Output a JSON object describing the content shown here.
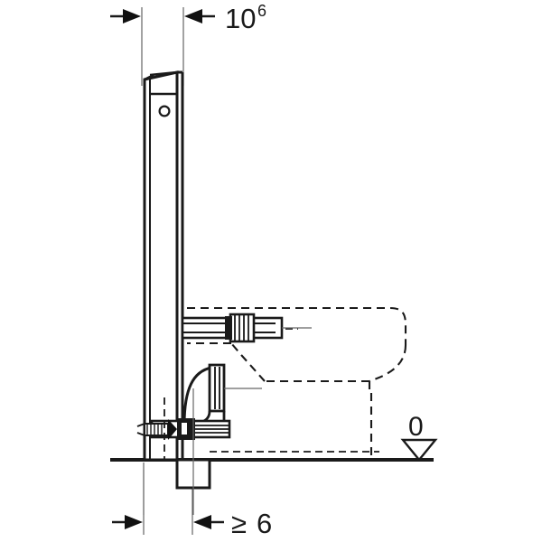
{
  "drawing": {
    "title": "Sanitary module installation side elevation",
    "type": "technical-line-drawing",
    "background_color": "#ffffff",
    "line_color": "#1a1a1a",
    "dimensions": {
      "top": {
        "value": "10",
        "superscript": "6",
        "full_label": "10.6",
        "position": "top",
        "arrow_style": "inward-filled-triangles"
      },
      "bottom": {
        "operator": "≥",
        "value": "6",
        "full_label": "≥ 6",
        "position": "bottom",
        "arrow_style": "inward-filled-triangles"
      }
    },
    "level_marker": {
      "label": "0",
      "symbol": "inverted-triangle",
      "meaning": "finished floor level datum"
    },
    "components": [
      {
        "name": "sanitary-module-panel",
        "style": "solid"
      },
      {
        "name": "module-top-cap",
        "style": "solid"
      },
      {
        "name": "inspection-port-circle",
        "style": "solid"
      },
      {
        "name": "flush-pipe-connector",
        "style": "solid"
      },
      {
        "name": "water-supply-connector",
        "style": "solid"
      },
      {
        "name": "waste-elbow-bend",
        "style": "solid"
      },
      {
        "name": "floor-drain-box",
        "style": "solid"
      },
      {
        "name": "toilet-bowl-outline",
        "style": "dashed"
      },
      {
        "name": "floor-line",
        "style": "solid-heavy"
      }
    ]
  }
}
